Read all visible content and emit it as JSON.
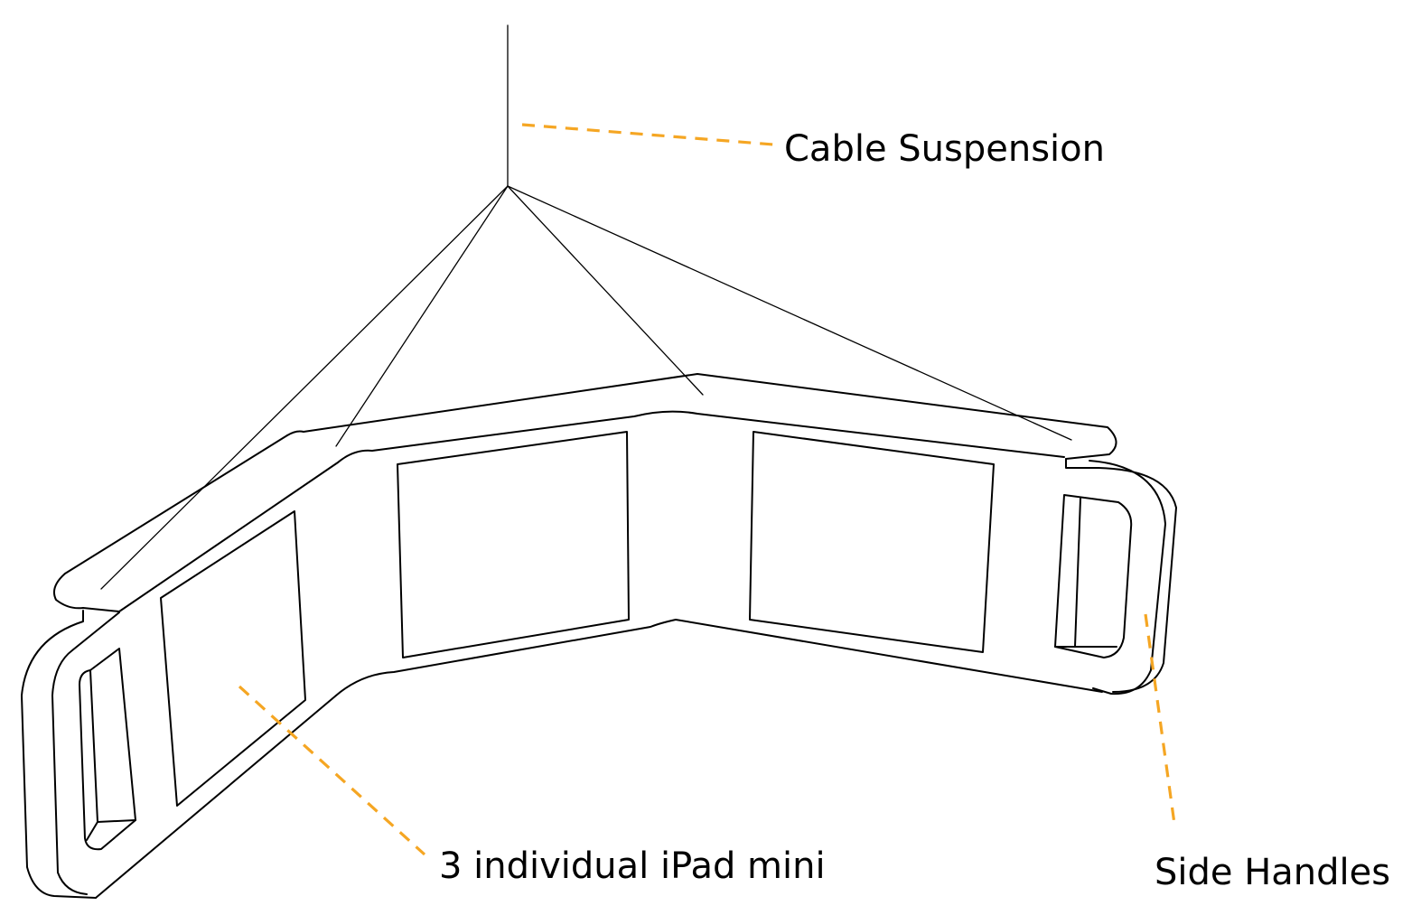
{
  "colors": {
    "leader": "#f5a623",
    "line": "#000000",
    "background": "#ffffff"
  },
  "labels": {
    "cable_suspension": "Cable Suspension",
    "ipad_mini": "3 individual iPad mini",
    "side_handles": "Side Handles"
  }
}
